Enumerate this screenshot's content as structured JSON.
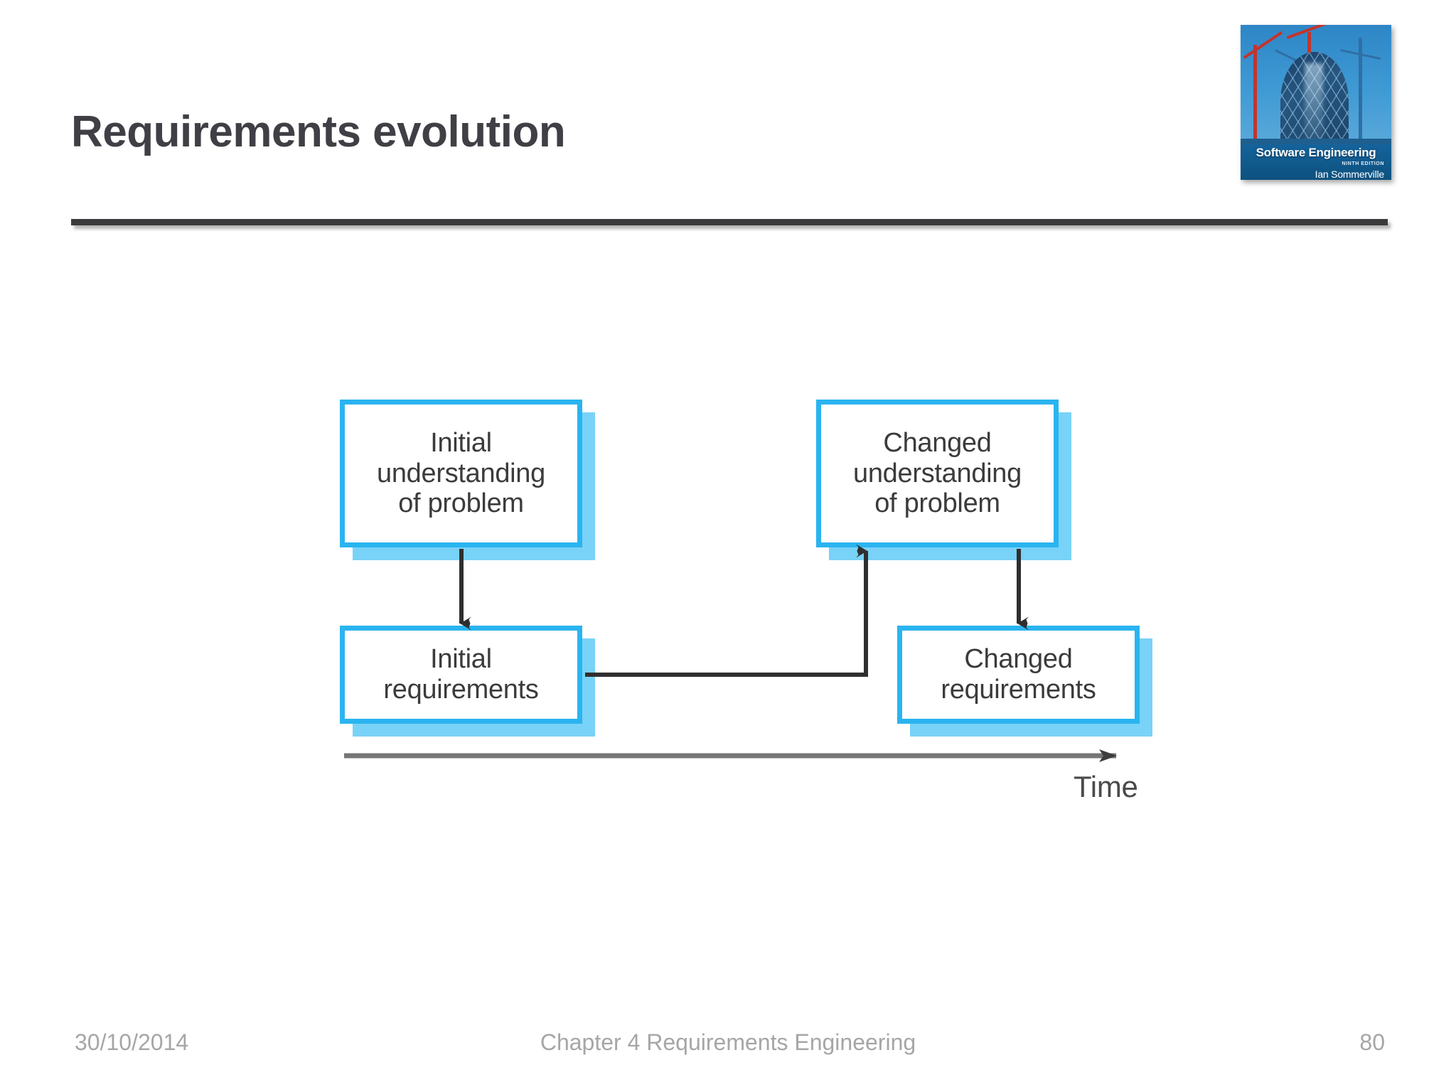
{
  "slide": {
    "title": "Requirements evolution"
  },
  "book_cover": {
    "title": "Software Engineering",
    "edition": "NINTH EDITION",
    "author": "Ian Sommerville",
    "alt": "gherkin-building-under-construction"
  },
  "diagram": {
    "boxes": [
      {
        "id": "initial-understanding",
        "label": "Initial\nunderstanding\nof problem"
      },
      {
        "id": "changed-understanding",
        "label": "Changed\nunderstanding\nof problem"
      },
      {
        "id": "initial-requirements",
        "label": "Initial\nrequirements"
      },
      {
        "id": "changed-requirements",
        "label": "Changed\nrequirements"
      }
    ],
    "axis_label": "Time",
    "colors": {
      "box_border": "#2ab4f0",
      "box_shadow": "#79d2f7",
      "arrow": "#2f2f2f",
      "axis": "#6e6e6e"
    }
  },
  "footer": {
    "date": "30/10/2014",
    "center": "Chapter 4 Requirements Engineering",
    "page": "80"
  }
}
